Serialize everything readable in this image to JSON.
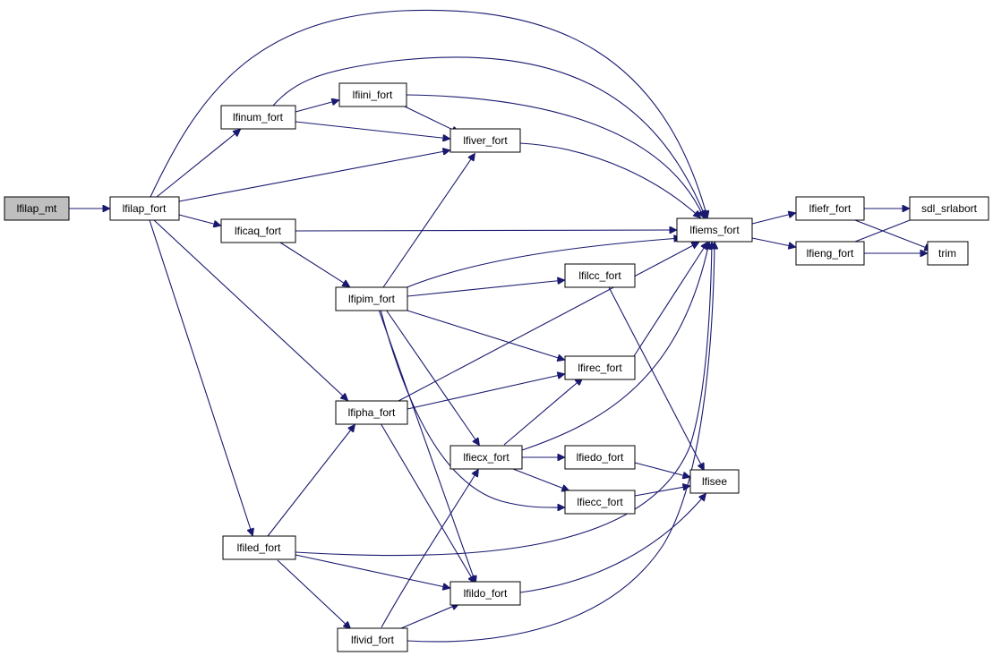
{
  "diagram": {
    "type": "call-graph",
    "nodes": {
      "lfilap_mt": "lfilap_mt",
      "lfilap_fort": "lfilap_fort",
      "lfinum_fort": "lfinum_fort",
      "lfiini_fort": "lfiini_fort",
      "lfiver_fort": "lfiver_fort",
      "lficaq_fort": "lficaq_fort",
      "lfiems_fort": "lfiems_fort",
      "lfiefr_fort": "lfiefr_fort",
      "sdl_srlabort": "sdl_srlabort",
      "lfieng_fort": "lfieng_fort",
      "trim": "trim",
      "lfipim_fort": "lfipim_fort",
      "lfilcc_fort": "lfilcc_fort",
      "lfirec_fort": "lfirec_fort",
      "lfipha_fort": "lfipha_fort",
      "lfiecx_fort": "lfiecx_fort",
      "lfiedo_fort": "lfiedo_fort",
      "lfisee": "lfisee",
      "lfiecc_fort": "lfiecc_fort",
      "lfiled_fort": "lfiled_fort",
      "lfildo_fort": "lfildo_fort",
      "lfivid_fort": "lfivid_fort"
    },
    "edges": [
      [
        "lfilap_mt",
        "lfilap_fort"
      ],
      [
        "lfilap_fort",
        "lfinum_fort"
      ],
      [
        "lfilap_fort",
        "lfiver_fort"
      ],
      [
        "lfilap_fort",
        "lficaq_fort"
      ],
      [
        "lfilap_fort",
        "lfiems_fort"
      ],
      [
        "lfilap_fort",
        "lfipha_fort"
      ],
      [
        "lfilap_fort",
        "lfiled_fort"
      ],
      [
        "lfinum_fort",
        "lfiini_fort"
      ],
      [
        "lfinum_fort",
        "lfiver_fort"
      ],
      [
        "lfinum_fort",
        "lfiems_fort"
      ],
      [
        "lfiini_fort",
        "lfiver_fort"
      ],
      [
        "lfiini_fort",
        "lfiems_fort"
      ],
      [
        "lfiver_fort",
        "lfiems_fort"
      ],
      [
        "lficaq_fort",
        "lfiems_fort"
      ],
      [
        "lficaq_fort",
        "lfipim_fort"
      ],
      [
        "lfiems_fort",
        "lfiefr_fort"
      ],
      [
        "lfiems_fort",
        "lfieng_fort"
      ],
      [
        "lfiefr_fort",
        "sdl_srlabort"
      ],
      [
        "lfiefr_fort",
        "trim"
      ],
      [
        "lfieng_fort",
        "sdl_srlabort"
      ],
      [
        "lfieng_fort",
        "trim"
      ],
      [
        "lfipim_fort",
        "lfiver_fort"
      ],
      [
        "lfipim_fort",
        "lfiems_fort"
      ],
      [
        "lfipim_fort",
        "lfilcc_fort"
      ],
      [
        "lfipim_fort",
        "lfirec_fort"
      ],
      [
        "lfipim_fort",
        "lfiecx_fort"
      ],
      [
        "lfipim_fort",
        "lfiecc_fort"
      ],
      [
        "lfipim_fort",
        "lfildo_fort"
      ],
      [
        "lfilcc_fort",
        "lfisee"
      ],
      [
        "lfirec_fort",
        "lfiems_fort"
      ],
      [
        "lfipha_fort",
        "lfiems_fort"
      ],
      [
        "lfipha_fort",
        "lfirec_fort"
      ],
      [
        "lfipha_fort",
        "lfildo_fort"
      ],
      [
        "lfiecx_fort",
        "lfirec_fort"
      ],
      [
        "lfiecx_fort",
        "lfiems_fort"
      ],
      [
        "lfiecx_fort",
        "lfiedo_fort"
      ],
      [
        "lfiecx_fort",
        "lfiecc_fort"
      ],
      [
        "lfiedo_fort",
        "lfisee"
      ],
      [
        "lfiecc_fort",
        "lfisee"
      ],
      [
        "lfiled_fort",
        "lfipha_fort"
      ],
      [
        "lfiled_fort",
        "lfiems_fort"
      ],
      [
        "lfiled_fort",
        "lfildo_fort"
      ],
      [
        "lfiled_fort",
        "lfivid_fort"
      ],
      [
        "lfildo_fort",
        "lfisee"
      ],
      [
        "lfivid_fort",
        "lfiecx_fort"
      ],
      [
        "lfivid_fort",
        "lfildo_fort"
      ],
      [
        "lfivid_fort",
        "lfiems_fort"
      ]
    ],
    "colors": {
      "edge": "#191970",
      "root_fill": "#bfbfbf",
      "node_fill": "#ffffff",
      "node_border": "#000000"
    }
  }
}
